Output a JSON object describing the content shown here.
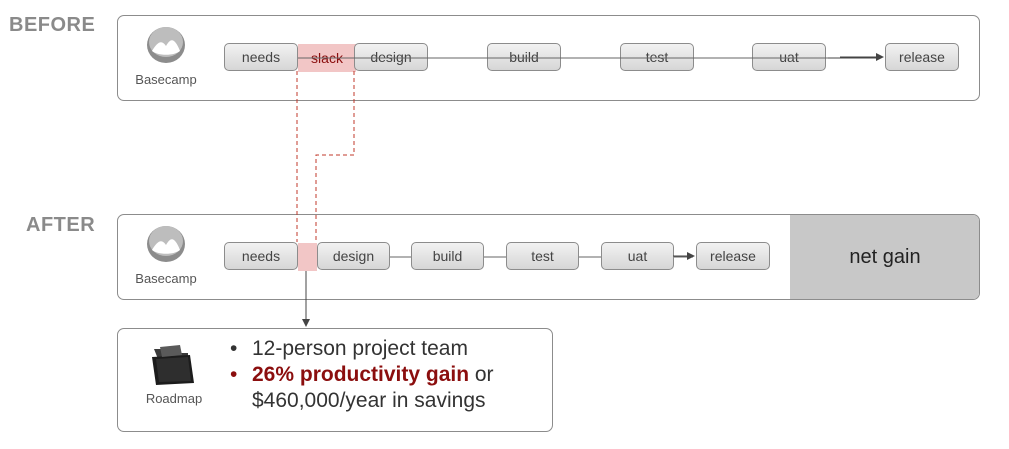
{
  "before": {
    "label": "BEFORE",
    "logo_label": "Basecamp",
    "steps": [
      "needs",
      "design",
      "build",
      "test",
      "uat",
      "release"
    ],
    "slack_label": "slack"
  },
  "after": {
    "label": "AFTER",
    "logo_label": "Basecamp",
    "steps": [
      "needs",
      "design",
      "build",
      "test",
      "uat",
      "release"
    ],
    "net_gain_label": "net gain"
  },
  "roadmap": {
    "logo_label": "Roadmap",
    "bullets": [
      {
        "text": "12-person project team"
      },
      {
        "highlight": "26% productivity gain",
        "rest": " or",
        "line2": "$460,000/year in savings"
      }
    ]
  },
  "colors": {
    "slack_fill": "#f2c6c6",
    "slack_text": "#8b0e0e",
    "highlight": "#8b0e0e",
    "net_gain_fill": "#c8c8c8",
    "label_gray": "#8a8a8a"
  },
  "icons": {
    "basecamp": "basecamp-logo-icon",
    "roadmap": "folder-icon",
    "arrow": "arrow-right-icon"
  }
}
